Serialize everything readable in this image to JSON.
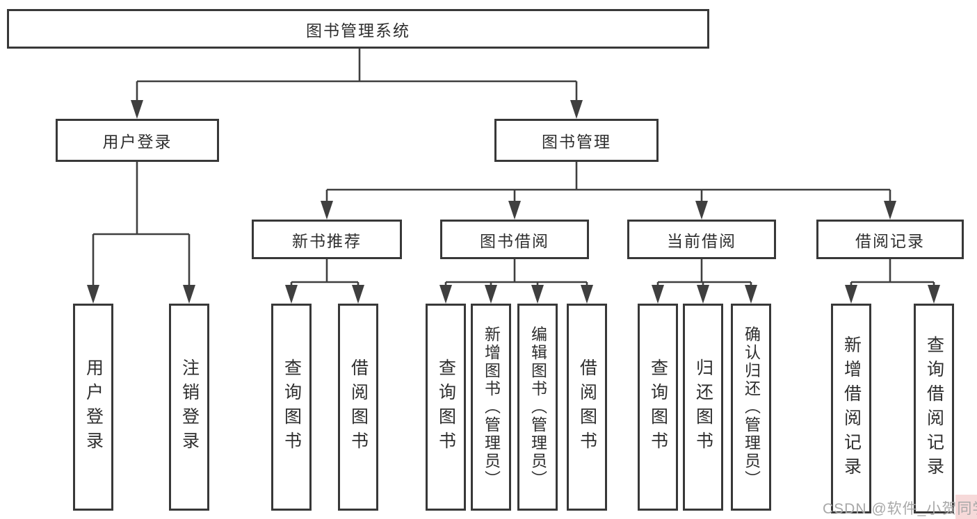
{
  "diagram": {
    "colors": {
      "box_border": "#383838",
      "connector_line": "#3f3f3f",
      "text": "#2e2e2e",
      "watermark_text": "#a8a8a8",
      "watermark_tint": "#efb9b9"
    },
    "nodes": {
      "root": {
        "label": "图书管理系统"
      },
      "level2": [
        {
          "label": "用户登录"
        },
        {
          "label": "图书管理"
        }
      ],
      "level3": [
        {
          "label": "新书推荐",
          "parent": "图书管理"
        },
        {
          "label": "图书借阅",
          "parent": "图书管理"
        },
        {
          "label": "当前借阅",
          "parent": "图书管理"
        },
        {
          "label": "借阅记录",
          "parent": "图书管理"
        }
      ],
      "leaves": [
        {
          "label": "用户登录",
          "parent": "用户登录"
        },
        {
          "label": "注销登录",
          "parent": "用户登录"
        },
        {
          "label": "查询图书",
          "parent": "新书推荐"
        },
        {
          "label": "借阅图书",
          "parent": "新书推荐"
        },
        {
          "label": "查询图书",
          "parent": "图书借阅"
        },
        {
          "label": "新增图书（管理员）",
          "parent": "图书借阅"
        },
        {
          "label": "编辑图书（管理员）",
          "parent": "图书借阅"
        },
        {
          "label": "借阅图书",
          "parent": "图书借阅"
        },
        {
          "label": "查询图书",
          "parent": "当前借阅"
        },
        {
          "label": "归还图书",
          "parent": "当前借阅"
        },
        {
          "label": "确认归还（管理员）",
          "parent": "当前借阅"
        },
        {
          "label": "新增借阅记录",
          "parent": "借阅记录"
        },
        {
          "label": "查询借阅记录",
          "parent": "借阅记录"
        }
      ]
    },
    "watermark": {
      "text": "CSDN @软件_小贺同学"
    }
  }
}
